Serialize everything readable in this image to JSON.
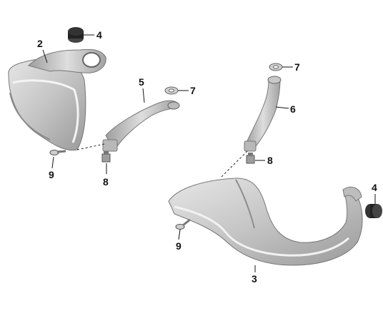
{
  "colors": {
    "background": "#ffffff",
    "part_light": "#d9d9d9",
    "part_mid": "#b4b4b4",
    "part_dark": "#8c8c8c",
    "rubber": "#222222",
    "label": "#111111"
  },
  "callouts": [
    {
      "id": "c2-left",
      "number": "2"
    },
    {
      "id": "c4-left",
      "number": "4"
    },
    {
      "id": "c5",
      "number": "5"
    },
    {
      "id": "c7-left",
      "number": "7"
    },
    {
      "id": "c9-left",
      "number": "9"
    },
    {
      "id": "c8-left",
      "number": "8"
    },
    {
      "id": "c7-right",
      "number": "7"
    },
    {
      "id": "c6",
      "number": "6"
    },
    {
      "id": "c8-right",
      "number": "8"
    },
    {
      "id": "c4-right",
      "number": "4"
    },
    {
      "id": "c9-right",
      "number": "9"
    },
    {
      "id": "c3",
      "number": "3"
    }
  ]
}
